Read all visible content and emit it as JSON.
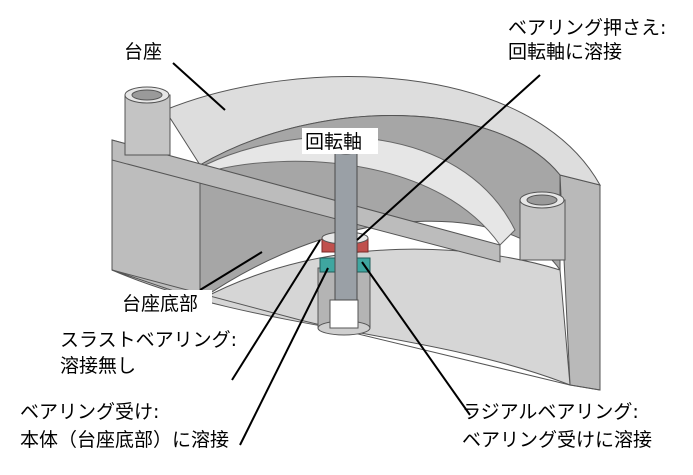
{
  "labels": {
    "base": "台座",
    "rotating_shaft": "回転軸",
    "bearing_retainer_line1": "ベアリング押さえ:",
    "bearing_retainer_line2": "回転軸に溶接",
    "base_bottom": "台座底部",
    "thrust_bearing_line1": "スラストベアリング:",
    "thrust_bearing_line2": "溶接無し",
    "bearing_holder_line1": "ベアリング受け:",
    "bearing_holder_line2": "本体（台座底部）に溶接",
    "radial_bearing_line1": "ラジアルベアリング:",
    "radial_bearing_line2": "ベアリング受けに溶接"
  },
  "colors": {
    "body_fill": "#c8c8c8",
    "top_face": "#d9d9d9",
    "inner_wall": "#9e9e9e",
    "floor": "#dcdcdc",
    "shaft": "#9aa0a6",
    "retainer_red": "#c0504d",
    "bearing_teal": "#3fa6a0",
    "leader": "#000000"
  }
}
